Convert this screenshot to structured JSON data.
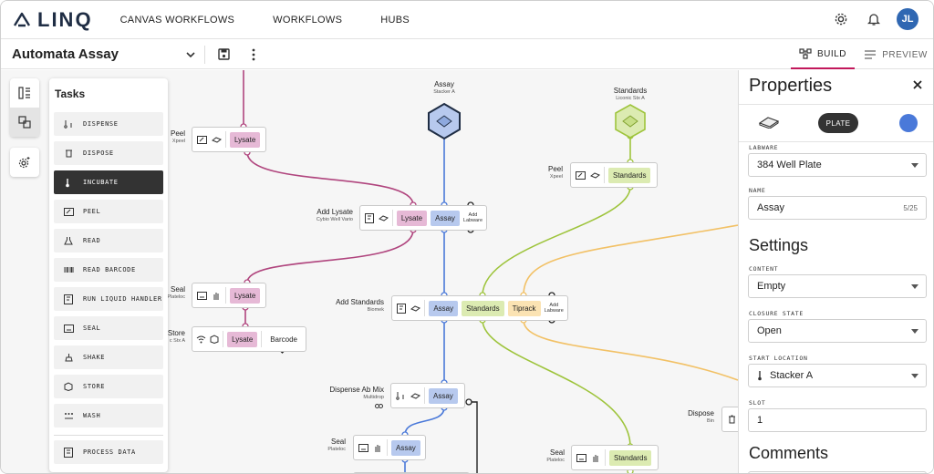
{
  "brand": {
    "name": "LINQ"
  },
  "nav": {
    "items": [
      "CANVAS WORKFLOWS",
      "WORKFLOWS",
      "HUBS"
    ]
  },
  "user": {
    "initials": "JL"
  },
  "workflow": {
    "title": "Automata Assay"
  },
  "view_tabs": {
    "build": "BUILD",
    "preview": "PREVIEW"
  },
  "tasks": {
    "title": "Tasks",
    "items": [
      "DISPENSE",
      "DISPOSE",
      "INCUBATE",
      "PEEL",
      "READ",
      "READ BARCODE",
      "RUN LIQUID HANDLER",
      "SEAL",
      "SHAKE",
      "STORE",
      "WASH"
    ],
    "footer": "PROCESS DATA",
    "active": "INCUBATE"
  },
  "canvas": {
    "peel1": {
      "label": "Peel",
      "sub": "Xpeel",
      "chip": "Lysate"
    },
    "assay": {
      "label": "Assay",
      "sub": "Stacker A"
    },
    "standards": {
      "label": "Standards",
      "sub": "Liconic Stx A"
    },
    "peel2": {
      "label": "Peel",
      "sub": "Xpeel",
      "chip": "Standards"
    },
    "addlysate": {
      "label": "Add Lysate",
      "sub": "Cybio Well Vario",
      "chip1": "Lysate",
      "chip2": "Assay",
      "add": "Add Labware"
    },
    "seal1": {
      "label": "Seal",
      "sub": "Plateloc",
      "chip": "Lysate"
    },
    "store": {
      "label": "Store",
      "sub": "c Stx A",
      "chip": "Lysate",
      "chip2": "Barcode"
    },
    "addstd": {
      "label": "Add Standards",
      "sub": "Biomek",
      "chip1": "Assay",
      "chip2": "Standards",
      "chip3": "Tiprack",
      "add": "Add Labware"
    },
    "dispense": {
      "label": "Dispense Ab Mix",
      "sub": "Multidrop",
      "chip": "Assay"
    },
    "seal2": {
      "label": "Seal",
      "sub": "Plateloc",
      "chip": "Assay"
    },
    "seal3": {
      "label": "Seal",
      "sub": "Plateloc",
      "chip": "Standards"
    },
    "dispose": {
      "label": "Dispose",
      "sub": "Bin"
    }
  },
  "properties": {
    "title": "Properties",
    "pill": "PLATE",
    "accent_color": "#4a79d9",
    "labware_label": "LABWARE",
    "labware_value": "384 Well Plate",
    "name_label": "NAME",
    "name_value": "Assay",
    "name_count": "5/25",
    "settings_title": "Settings",
    "content_label": "CONTENT",
    "content_value": "Empty",
    "closure_label": "CLOSURE STATE",
    "closure_value": "Open",
    "start_label": "START LOCATION",
    "start_value": "Stacker A",
    "slot_label": "SLOT",
    "slot_value": "1",
    "comments_title": "Comments"
  },
  "colors": {
    "lysate": "#b0457e",
    "assay": "#4a79d9",
    "standards": "#9ec43c",
    "tiprack": "#f2c166",
    "build_tab": "#c2185b"
  }
}
